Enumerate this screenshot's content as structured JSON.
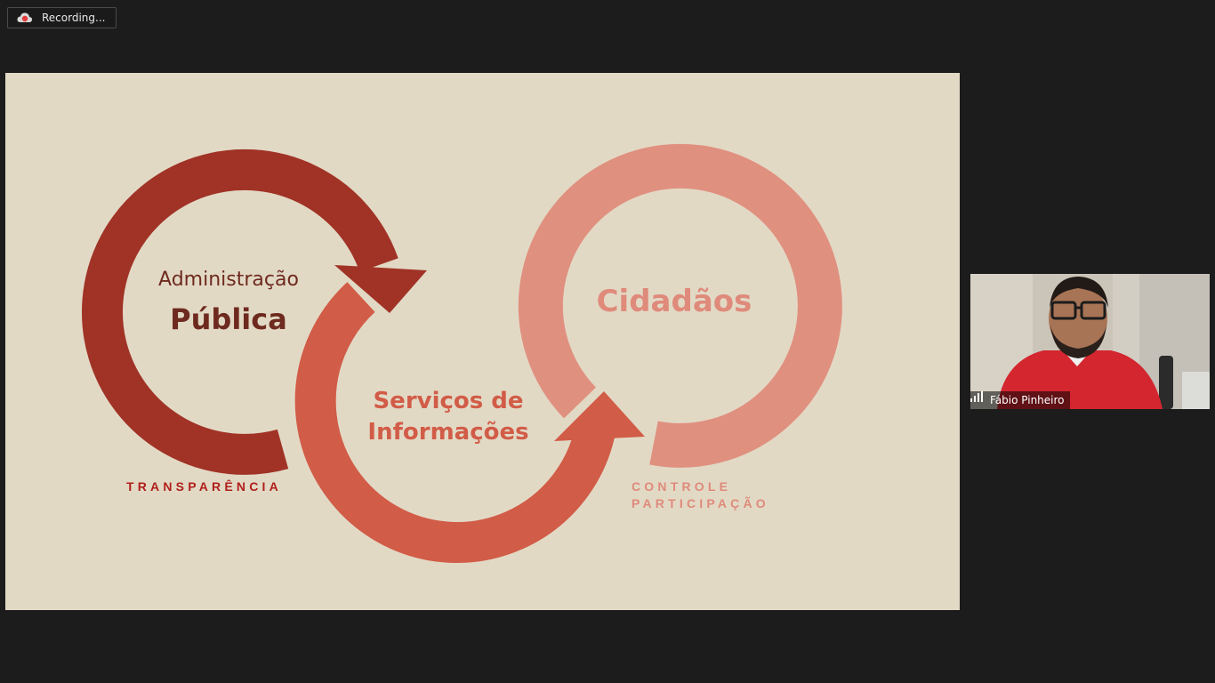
{
  "recording": {
    "label": "Recording...",
    "icon": "cloud-record-icon"
  },
  "slide": {
    "left_label_line1": "Administração",
    "left_label_line2": "Pública",
    "middle_label_line1": "Serviços de",
    "middle_label_line2": "Informações",
    "right_label": "Cidadãos",
    "caption_left": "TRANSPARÊNCIA",
    "caption_right_line1": "CONTROLE",
    "caption_right_line2": "PARTICIPAÇÃO",
    "colors": {
      "background": "#e2d9c5",
      "dark_red": "#a03326",
      "coral": "#d15c47",
      "pink": "#e0907f",
      "dark_text": "#6e2a1e",
      "caption_left": "#b01f1a",
      "caption_right": "#df8a7b"
    }
  },
  "participant": {
    "name": "Fábio Pinheiro",
    "signal_icon": "signal-bars-icon"
  }
}
